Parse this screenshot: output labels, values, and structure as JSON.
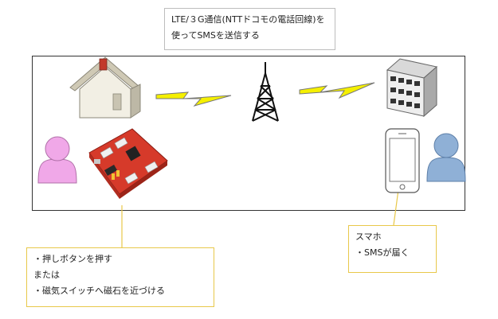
{
  "top_note": {
    "lines": [
      "LTE/３G通信(NTTドコモの電話回線)を",
      "使ってSMSを送信する"
    ]
  },
  "left_note": {
    "lines": [
      "・押しボタンを押す",
      "または",
      "・磁気スイッチへ磁石を近づける"
    ]
  },
  "right_note": {
    "lines": [
      "スマホ",
      "・SMSが届く"
    ]
  },
  "colors": {
    "lightning": "#f5f000",
    "person_left": "#f0a8e8",
    "person_right": "#8fb0d6",
    "board": "#d63a2a",
    "callout_line": "#e8c84a"
  }
}
